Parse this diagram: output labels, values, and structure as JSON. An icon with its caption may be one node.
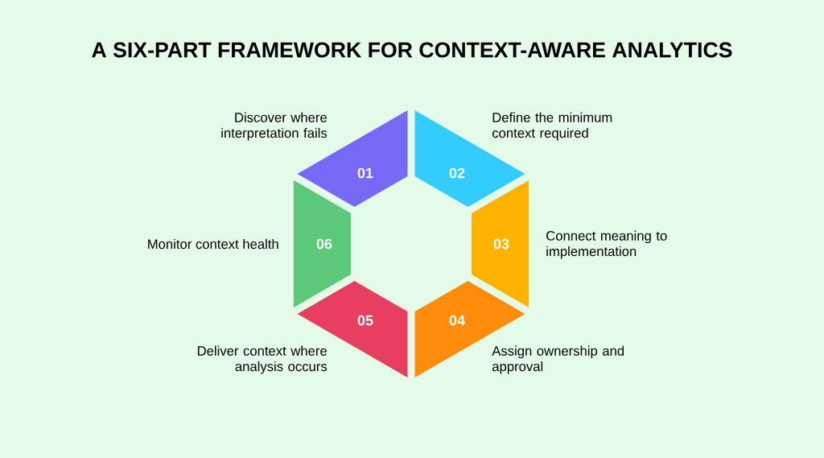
{
  "diagram": {
    "title": "A SIX-PART FRAMEWORK FOR CONTEXT-AWARE ANALYTICS",
    "nodes": [
      {
        "text": [
          "01"
        ],
        "beside": [
          "Discover where interpretation fails"
        ]
      },
      {
        "text": [
          "02"
        ],
        "beside": [
          "Define the minimum context required"
        ]
      },
      {
        "text": [
          "03"
        ],
        "beside": [
          "Connect meaning to implementation"
        ]
      },
      {
        "text": [
          "04"
        ],
        "beside": [
          "Assign ownership and approval"
        ]
      },
      {
        "text": [
          "05"
        ],
        "beside": [
          "Deliver context where analysis occurs"
        ]
      },
      {
        "text": [
          "06"
        ],
        "beside": [
          "Monitor context health"
        ]
      }
    ]
  }
}
